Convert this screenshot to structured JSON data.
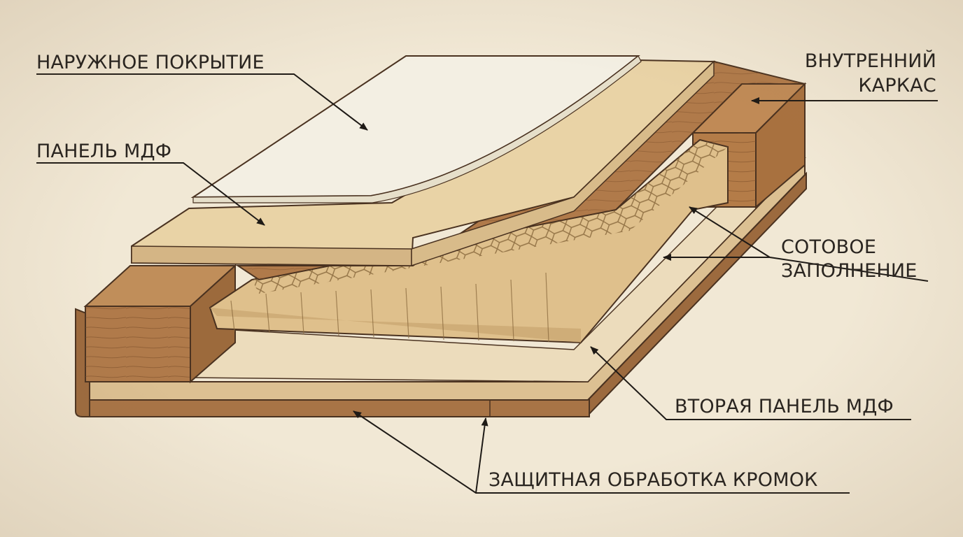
{
  "labels": {
    "outer_coating": "НАРУЖНОЕ ПОКРЫТИЕ",
    "mdf_panel": "ПАНЕЛЬ МДФ",
    "inner_frame_line1": "ВНУТРЕННИЙ",
    "inner_frame_line2": "КАРКАС",
    "honeycomb_line1": "СОТОВОЕ",
    "honeycomb_line2": "ЗАПОЛНЕНИЕ",
    "second_mdf_panel": "ВТОРАЯ ПАНЕЛЬ МДФ",
    "edge_protection": "ЗАЩИТНАЯ ОБРАБОТКА КРОМОК"
  },
  "colors": {
    "background": "#f1e8d5",
    "outline": "#4a3220",
    "coating": "#f3efe3",
    "mdf": "#e9d3a6",
    "mdf_dark": "#d4b585",
    "frame_wood": "#b07a4a",
    "frame_wood_dark": "#8a5a34",
    "honeycomb": "#dfc08c",
    "honeycomb_dark": "#c4a06a",
    "edge_band": "#9c6a3e"
  }
}
